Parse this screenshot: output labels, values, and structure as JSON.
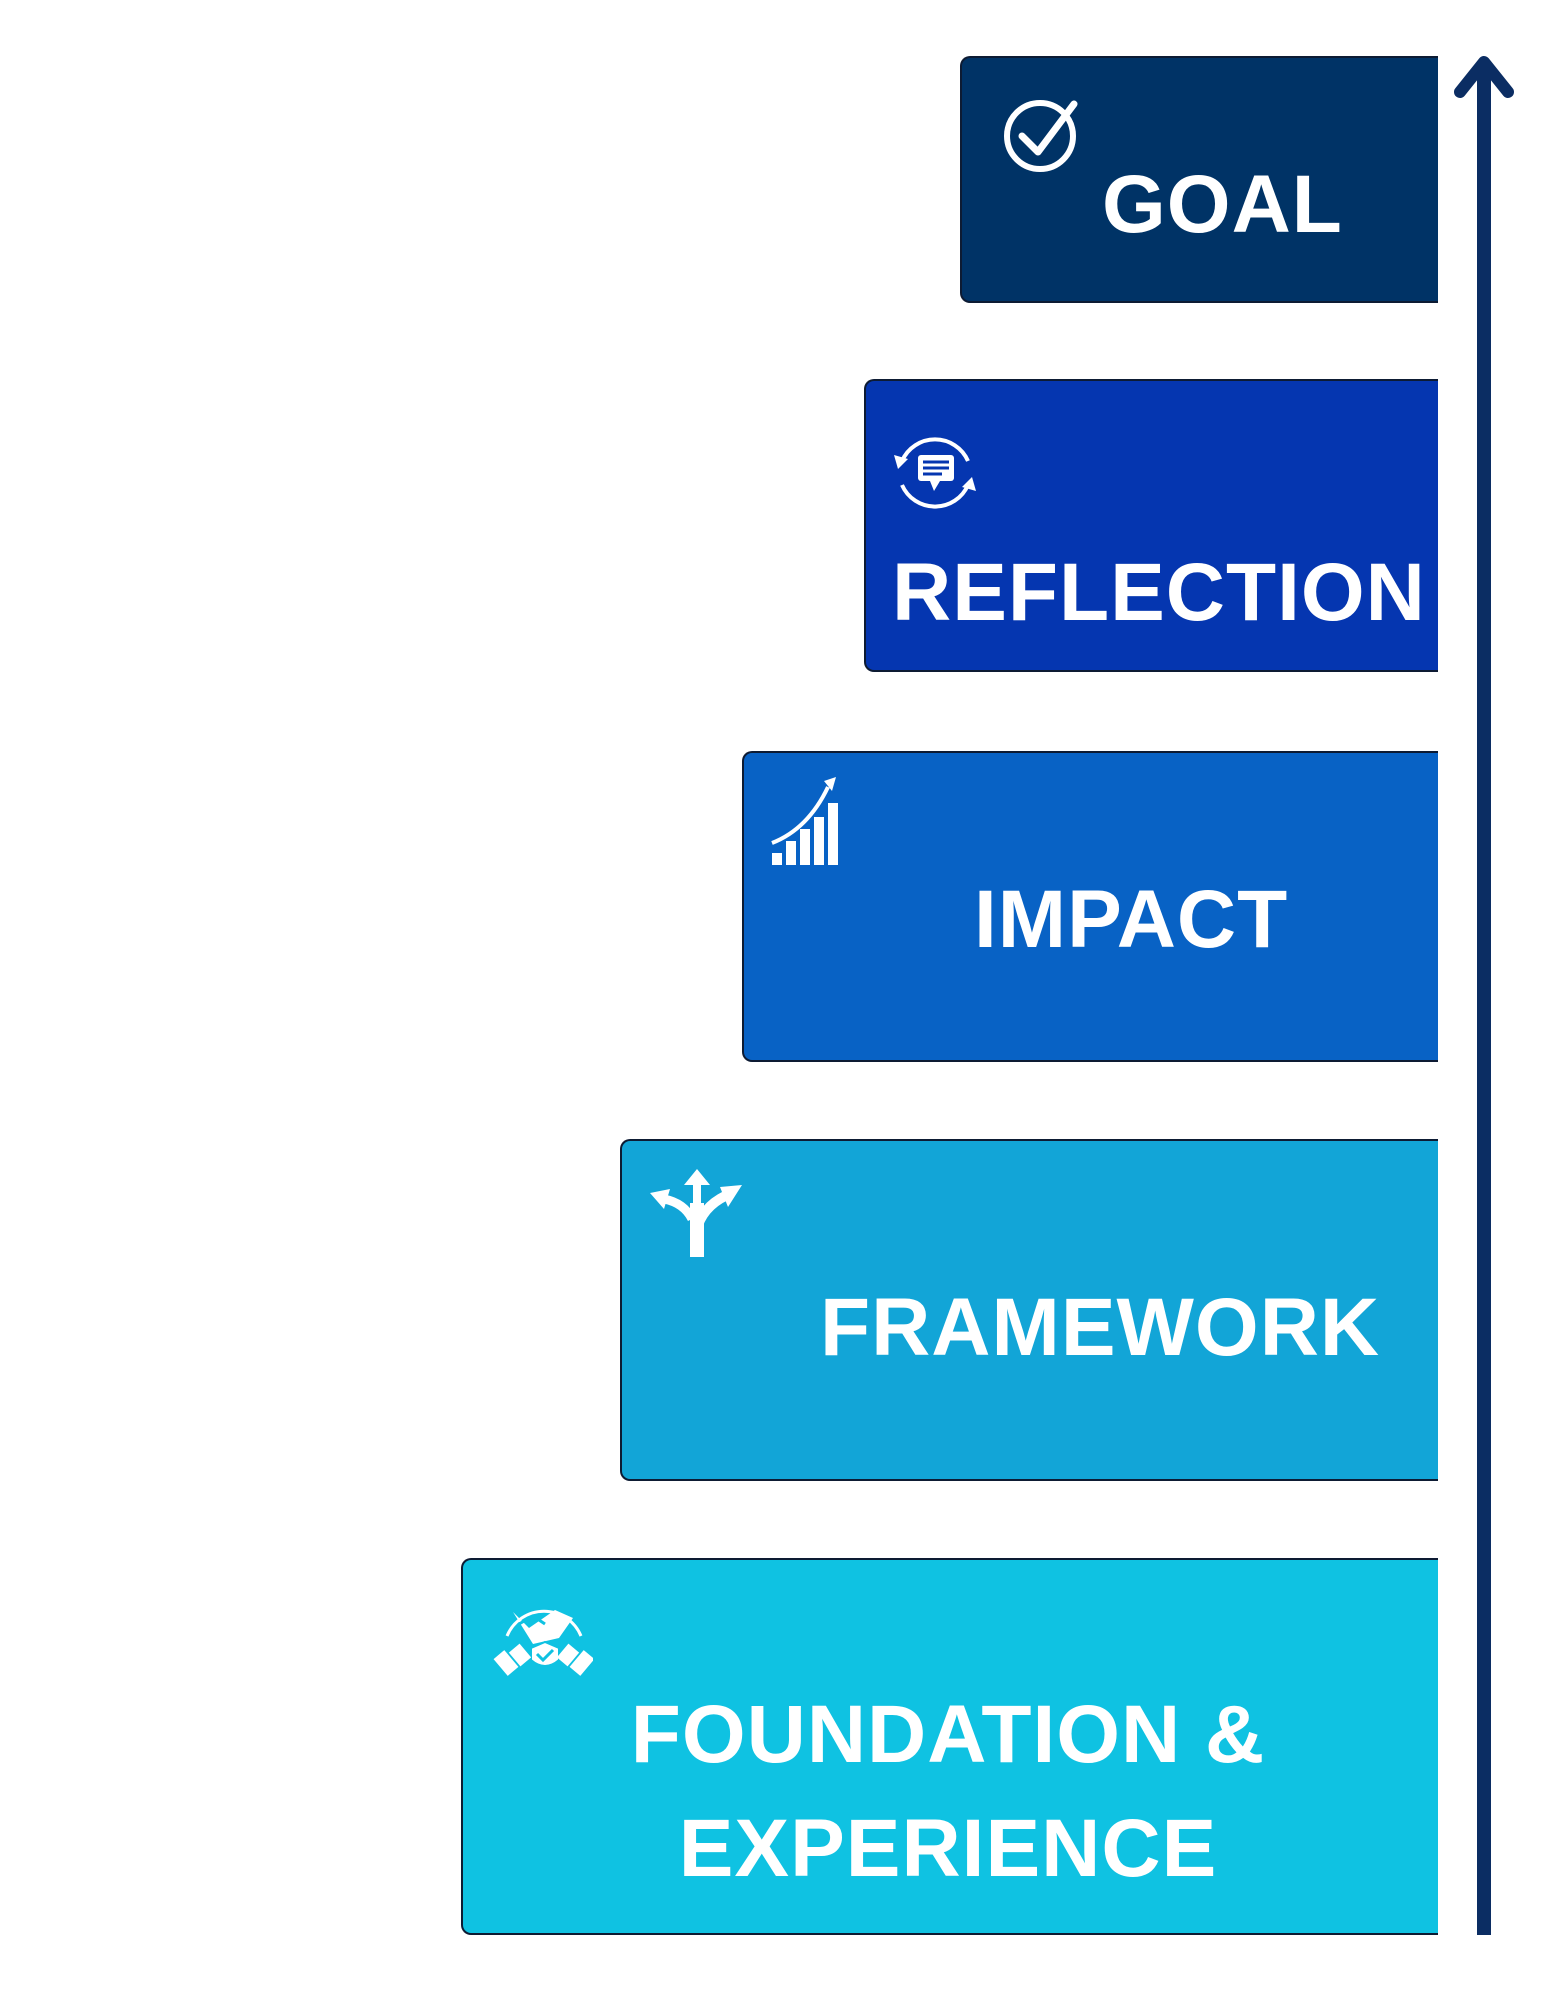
{
  "colors": {
    "goal": "#003366",
    "reflection": "#0536b0",
    "impact": "#0862c5",
    "framework": "#12a5d7",
    "foundation": "#0fc2e2",
    "arrow": "#0b2d63"
  },
  "steps": [
    {
      "id": "goal",
      "label": "GOAL",
      "icon": "check-circle-icon"
    },
    {
      "id": "reflection",
      "label": "REFLECTION",
      "icon": "chat-cycle-icon"
    },
    {
      "id": "impact",
      "label": "IMPACT",
      "icon": "growth-chart-icon"
    },
    {
      "id": "framework",
      "label": "FRAMEWORK",
      "icon": "split-arrows-icon"
    },
    {
      "id": "foundation",
      "label": "FOUNDATION & EXPERIENCE",
      "icon": "handshake-shield-icon"
    }
  ]
}
